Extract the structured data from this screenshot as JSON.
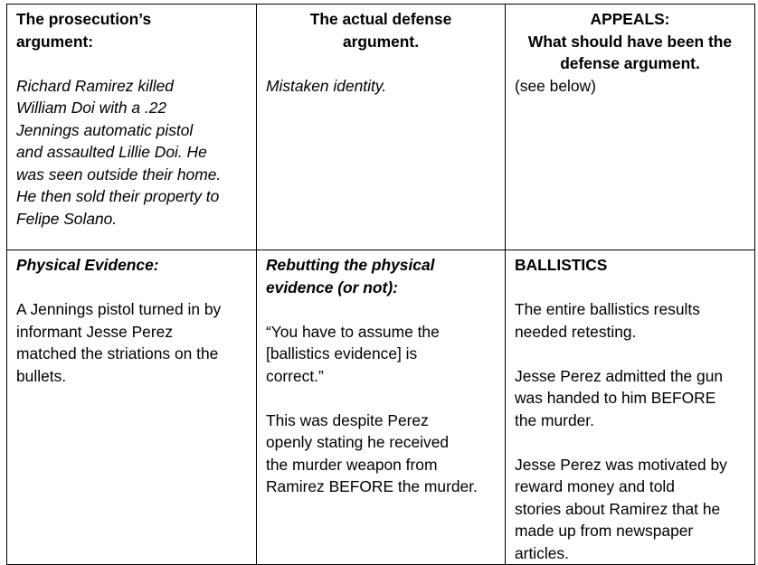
{
  "table": {
    "row1": {
      "col1": {
        "heading": "The prosecution’s\nargument:",
        "body": "Richard Ramirez killed\nWilliam Doi with a .22\nJennings automatic pistol\nand assaulted Lillie Doi. He\nwas seen outside their home.\nHe then sold their property to\nFelipe Solano."
      },
      "col2": {
        "heading": "The actual defense\nargument.",
        "body": "Mistaken identity."
      },
      "col3": {
        "heading": "APPEALS:\nWhat should have been the\ndefense argument.",
        "body": "(see below)"
      }
    },
    "row2": {
      "col1": {
        "heading": "Physical Evidence:",
        "body": "A Jennings pistol turned in by\ninformant Jesse Perez\nmatched the striations on the\nbullets."
      },
      "col2": {
        "heading": "Rebutting the physical\nevidence (or not):",
        "para1": "“You have to assume the\n[ballistics evidence] is\ncorrect.”",
        "para2": "This was despite Perez\nopenly stating he received\nthe murder weapon from\nRamirez BEFORE the murder."
      },
      "col3": {
        "heading": "BALLISTICS",
        "para1": "The entire ballistics results\nneeded retesting.",
        "para2": "Jesse Perez admitted the gun\nwas handed to him BEFORE\nthe murder.",
        "para3": "Jesse Perez was motivated by\nreward money and told\nstories about Ramirez that he\nmade up from newspaper\narticles."
      }
    }
  }
}
